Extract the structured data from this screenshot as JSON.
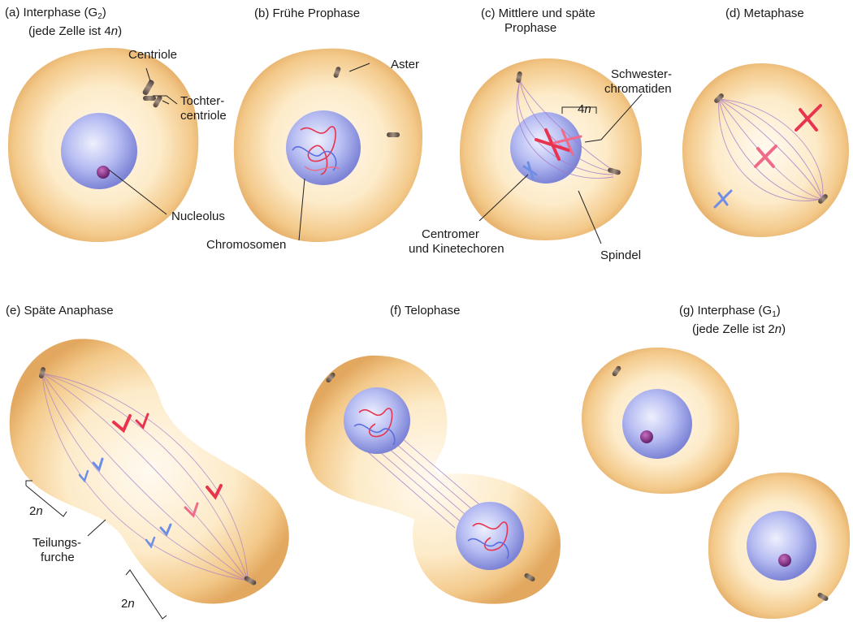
{
  "panels": {
    "a": {
      "line1": "(a) Interphase (G",
      "sub": "2",
      "line1_end": ")",
      "line2": "(jede Zelle ist 4",
      "line2_italic": "n",
      "line2_end": ")"
    },
    "b": {
      "title": "(b) Frühe Prophase"
    },
    "c": {
      "line1": "(c) Mittlere und späte",
      "line2": "Prophase"
    },
    "d": {
      "title": "(d) Metaphase"
    },
    "e": {
      "title": "(e) Späte Anaphase"
    },
    "f": {
      "title": "(f) Telophase"
    },
    "g": {
      "line1": "(g) Interphase (G",
      "sub": "1",
      "line1_end": ")",
      "line2": "(jede Zelle ist 2",
      "line2_italic": "n",
      "line2_end": ")"
    }
  },
  "labels": {
    "centriole": "Centriole",
    "tochter_1": "Tochter-",
    "tochter_2": "centriole",
    "nucleolus": "Nucleolus",
    "aster": "Aster",
    "chromosomen": "Chromosomen",
    "schwester_1": "Schwester-",
    "schwester_2": "chromatiden",
    "ploidy_4n_num": "4",
    "ploidy_n": "n",
    "centromer_1": "Centromer",
    "centromer_2": "und Kinetechoren",
    "spindel": "Spindel",
    "ploidy_2n_num": "2",
    "teilung_1": "Teilungs-",
    "teilung_2": "furche"
  },
  "colors": {
    "cytoplasm": "#f3c98a",
    "cytoplasm_light": "#fff6e4",
    "nucleus": "#8b93e0",
    "nucleus_light": "#dfe2fb",
    "nucleolus": "#8a3a8e",
    "chromosome_red": "#e8344f",
    "chromosome_blue": "#6e8ee6",
    "spindle": "#a57acb",
    "centriole": "#6b5a4e"
  }
}
